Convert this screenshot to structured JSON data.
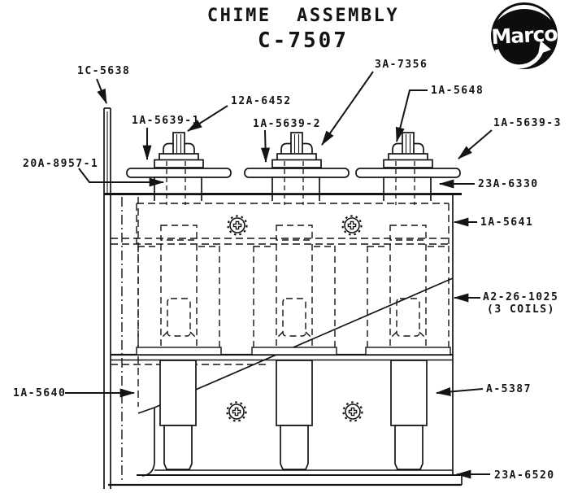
{
  "title": {
    "line1": "CHIME  ASSEMBLY",
    "line2": "C-7507"
  },
  "logo": {
    "brand": "Marco"
  },
  "colors": {
    "ink": "#141414",
    "paper": "#ffffff",
    "logo_bg": "#0d0d0d"
  },
  "diagram_labels": [
    {
      "text": "1C-5638"
    },
    {
      "text": "1A-5639-1"
    },
    {
      "text": "12A-6452"
    },
    {
      "text": "1A-5639-2"
    },
    {
      "text": "3A-7356"
    },
    {
      "text": "1A-5648"
    },
    {
      "text": "1A-5639-3"
    },
    {
      "text": "20A-8957-1"
    },
    {
      "text": "23A-6330"
    },
    {
      "text": "1A-5641"
    },
    {
      "text": "A2-26-1025",
      "text2": "(3 COILS)"
    },
    {
      "text": "A-5387"
    },
    {
      "text": "1A-5640"
    },
    {
      "text": "23A-6520"
    }
  ]
}
